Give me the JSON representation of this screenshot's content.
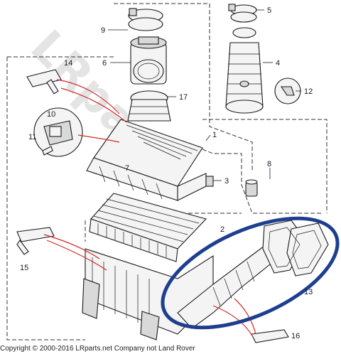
{
  "callouts": [
    {
      "n": "1"
    },
    {
      "n": "2"
    },
    {
      "n": "3"
    },
    {
      "n": "4"
    },
    {
      "n": "5"
    },
    {
      "n": "6"
    },
    {
      "n": "7"
    },
    {
      "n": "8"
    },
    {
      "n": "9"
    },
    {
      "n": "10"
    },
    {
      "n": "11"
    },
    {
      "n": "12"
    },
    {
      "n": "13"
    },
    {
      "n": "14"
    },
    {
      "n": "15"
    },
    {
      "n": "16"
    },
    {
      "n": "17"
    }
  ],
  "watermark": "LRparts",
  "copyright": "Copyright © 2000-2016 LRparts.net Company not Land Rover",
  "colors": {
    "highlight": "#1e3f8f",
    "leader_red": "#d12a2a",
    "watermark": "#cfcfcf"
  }
}
